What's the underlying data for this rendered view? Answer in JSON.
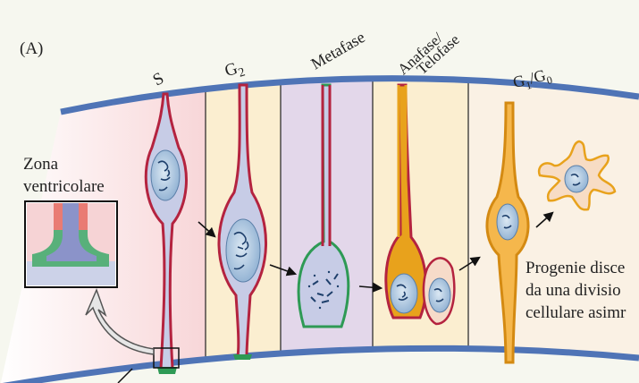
{
  "panel_label": "(A)",
  "phases": {
    "s": "S",
    "g2": "G",
    "g2_sub": "2",
    "metafase": "Metafase",
    "anafase_1": "Anafase/",
    "anafase_2": "Telofase",
    "g1": "G",
    "g1_sub": "1",
    "g1_slash": "/G",
    "g1_sub2": "0"
  },
  "zona": {
    "line1": "Zona",
    "line2": "ventricolare"
  },
  "progenie": {
    "line1": "Progenie disce",
    "line2": "da una divisio",
    "line3": "cellulare asimr"
  },
  "colors": {
    "membrane_red": "#b4233f",
    "membrane_green": "#2e9a55",
    "membrane_orange": "#e8a21c",
    "nucleus": "#a9c3dd",
    "cell_fill": "#c7cce6",
    "band": "#4f74b6"
  }
}
